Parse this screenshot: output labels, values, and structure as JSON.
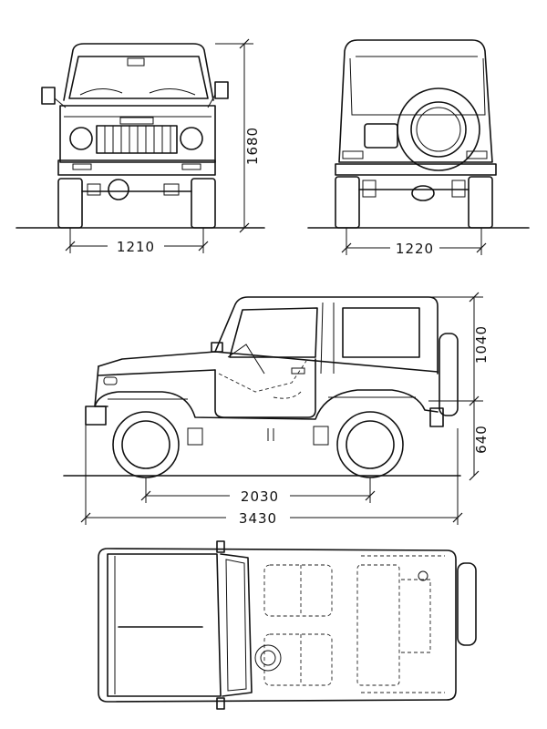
{
  "dimensions": {
    "front_track": "1210",
    "rear_track": "1220",
    "overall_height": "1680",
    "roof_height": "1040",
    "lower_height": "640",
    "wheelbase": "2030",
    "overall_length": "3430"
  },
  "colors": {
    "ink": "#111111",
    "paper": "#ffffff"
  }
}
